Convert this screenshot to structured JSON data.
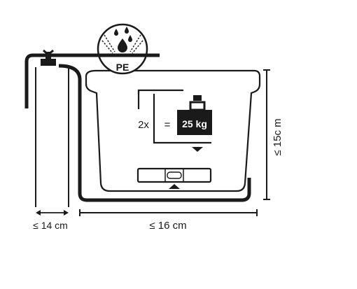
{
  "diagram": {
    "material_label": "PE",
    "weight_multiplier": "2x",
    "equals_sign": "=",
    "weight_label": "25 kg",
    "width_dimension": "≤ 16 cm",
    "wall_dimension": "≤ 14 cm",
    "height_dimension": "≤ 15c m",
    "icons": [
      "water-drop-icon",
      "weight-icon",
      "spirit-level-icon",
      "wall-bracket-icon"
    ],
    "colors": {
      "line": "#1a1a1a",
      "background": "#ffffff"
    }
  }
}
